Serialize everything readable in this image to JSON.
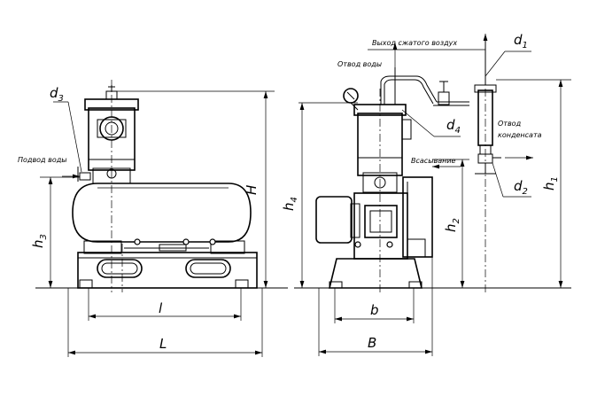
{
  "labels": {
    "water_inlet": "Подвод воды",
    "air_outlet": "Выход сжатого воздух",
    "water_outlet": "Отвод воды",
    "condensate_line1": "Отвод",
    "condensate_line2": "конденсата",
    "suction": "Всасывание"
  },
  "dims": {
    "d": "d",
    "d1_sub": "1",
    "d2_sub": "2",
    "d3_sub": "3",
    "d4_sub": "4",
    "h": "h",
    "h1_sub": "1",
    "h2_sub": "2",
    "h3_sub": "3",
    "h4_sub": "4",
    "H": "H",
    "l": "l",
    "L": "L",
    "b": "b",
    "B": "B"
  }
}
